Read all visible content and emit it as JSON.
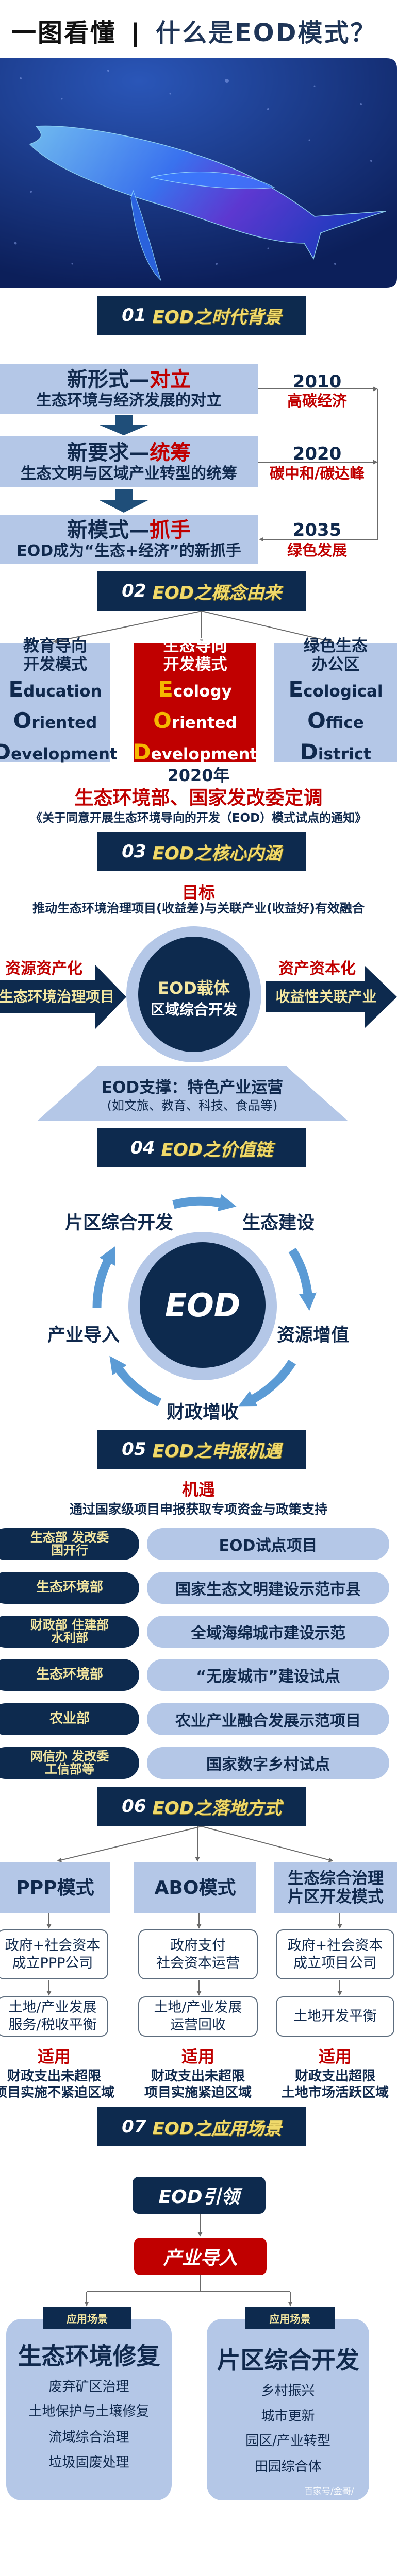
{
  "title": {
    "part1": "一图看懂",
    "separator": "|",
    "part2": "什么是EOD模式？"
  },
  "colors": {
    "navy": "#0d2a4e",
    "light_blue": "#b4c7e7",
    "red": "#c00000",
    "gold": "#f0d96a",
    "arrow_blue": "#5b9bd5"
  },
  "sections": [
    {
      "number": "01",
      "title": "EOD之时代背景"
    },
    {
      "number": "02",
      "title": "EOD之概念由来"
    },
    {
      "number": "03",
      "title": "EOD之核心内涵"
    },
    {
      "number": "04",
      "title": "EOD之价值链"
    },
    {
      "number": "05",
      "title": "EOD之申报机遇"
    },
    {
      "number": "06",
      "title": "EOD之落地方式"
    },
    {
      "number": "07",
      "title": "EOD之应用场景"
    }
  ],
  "background": {
    "stages": [
      {
        "prefix": "新形式—",
        "highlight": "对立",
        "description": "生态环境与经济发展的对立",
        "year": "2010",
        "year_label": "高碳经济"
      },
      {
        "prefix": "新要求—",
        "highlight": "统筹",
        "description": "生态文明与区域产业转型的统筹",
        "year": "2020",
        "year_label": "碳中和/碳达峰"
      },
      {
        "prefix": "新模式—",
        "highlight": "抓手",
        "description": "EOD成为“生态+经济”的新抓手",
        "year": "2035",
        "year_label": "绿色发展"
      }
    ]
  },
  "concept": {
    "models": [
      {
        "cn": [
          "教育导向",
          "开发模式"
        ],
        "en": [
          {
            "i": "E",
            "r": "ducation"
          },
          {
            "i": "O",
            "r": "riented"
          },
          {
            "i": "D",
            "r": "evelopment"
          }
        ]
      },
      {
        "cn": [
          "生态导向",
          "开发模式"
        ],
        "en": [
          {
            "i": "E",
            "r": "cology"
          },
          {
            "i": "O",
            "r": "riented"
          },
          {
            "i": "D",
            "r": "evelopment"
          }
        ],
        "highlighted": true
      },
      {
        "cn": [
          "绿色生态",
          "办公区"
        ],
        "en": [
          {
            "i": "E",
            "r": "cological"
          },
          {
            "i": "O",
            "r": "ffice"
          },
          {
            "i": "D",
            "r": "istrict"
          }
        ]
      }
    ],
    "year": "2020年",
    "authority": "生态环境部、国家发改委定调",
    "notice": "《关于同意开展生态环境导向的开发（EOD）模式试点的通知》"
  },
  "core": {
    "goal_label": "目标",
    "goal_text": "推动生态环境治理项目(收益差)与关联产业(收益好)有效融合",
    "left_label": "资源资产化",
    "left_arrow": "生态环境治理项目",
    "center_title": "EOD载体",
    "center_sub": "区域综合开发",
    "right_label": "资产资本化",
    "right_arrow": "收益性关联产业",
    "support_title": "EOD支撑：特色产业运营",
    "support_sub": "(如文旅、教育、科技、食品等)"
  },
  "value_chain": {
    "center": "EOD",
    "nodes": [
      "片区综合开发",
      "生态建设",
      "资源增值",
      "财政增收",
      "产业导入"
    ]
  },
  "opportunity": {
    "label": "机遇",
    "text": "通过国家级项目申报获取专项资金与政策支持",
    "rows": [
      {
        "agency": [
          "生态部  发改委",
          "国开行"
        ],
        "program": "EOD试点项目"
      },
      {
        "agency": [
          "生态环境部"
        ],
        "program": "国家生态文明建设示范市县"
      },
      {
        "agency": [
          "财政部 住建部",
          "水利部"
        ],
        "program": "全域海绵城市建设示范"
      },
      {
        "agency": [
          "生态环境部"
        ],
        "program": "“无废城市”建设试点"
      },
      {
        "agency": [
          "农业部"
        ],
        "program": "农业产业融合发展示范项目"
      },
      {
        "agency": [
          "网信办 发改委",
          "工信部等"
        ],
        "program": "国家数字乡村试点"
      }
    ]
  },
  "implementation": {
    "modes": [
      {
        "name": [
          "PPP模式"
        ],
        "step1": [
          "政府+社会资本",
          "成立PPP公司"
        ],
        "step2": [
          "土地/产业发展",
          "服务/税收平衡"
        ],
        "applicable": "适用",
        "conditions": [
          "财政支出未超限",
          "项目实施不紧迫区域"
        ]
      },
      {
        "name": [
          "ABO模式"
        ],
        "step1": [
          "政府支付",
          "社会资本运营"
        ],
        "step2": [
          "土地/产业发展",
          "运营回收"
        ],
        "applicable": "适用",
        "conditions": [
          "财政支出未超限",
          "项目实施紧迫区域"
        ]
      },
      {
        "name": [
          "生态综合治理",
          "片区开发模式"
        ],
        "step1": [
          "政府+社会资本",
          "成立项目公司"
        ],
        "step2": [
          "土地开发平衡"
        ],
        "applicable": "适用",
        "conditions": [
          "财政支出超限",
          "土地市场活跃区域"
        ]
      }
    ]
  },
  "application": {
    "lead": "EOD引领",
    "import": "产业导入",
    "scenarios": [
      {
        "tag": "应用场景",
        "title": "生态环境修复",
        "items": [
          "废弃矿区治理",
          "土地保护与土壤修复",
          "流域综合治理",
          "垃圾固废处理"
        ]
      },
      {
        "tag": "应用场景",
        "title": "片区综合开发",
        "items": [
          "乡村振兴",
          "城市更新",
          "园区/产业转型",
          "田园综合体"
        ]
      }
    ]
  },
  "watermark": "百家号/金哥/"
}
